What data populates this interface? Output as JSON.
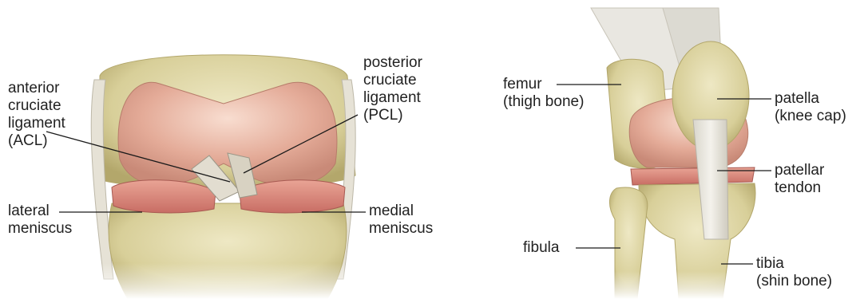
{
  "front_view": {
    "labels": {
      "acl": [
        "anterior",
        "cruciate",
        "ligament",
        "(ACL)"
      ],
      "pcl": [
        "posterior",
        "cruciate",
        "ligament",
        "(PCL)"
      ],
      "lateral_meniscus": [
        "lateral",
        "meniscus"
      ],
      "medial_meniscus": [
        "medial",
        "meniscus"
      ]
    }
  },
  "side_view": {
    "labels": {
      "femur": [
        "femur",
        "(thigh bone)"
      ],
      "patella": [
        "patella",
        "(knee cap)"
      ],
      "patellar_tendon": [
        "patellar",
        "tendon"
      ],
      "fibula": [
        "fibula"
      ],
      "tibia": [
        "tibia",
        "(shin bone)"
      ]
    }
  },
  "colors": {
    "bone": "#dcd3a0",
    "bone_shadow": "#b9ad72",
    "cartilage": "#e9b7a4",
    "meniscus": "#d98479",
    "ligament": "#e8e4d8",
    "leader_line": "#1a1a1a"
  }
}
